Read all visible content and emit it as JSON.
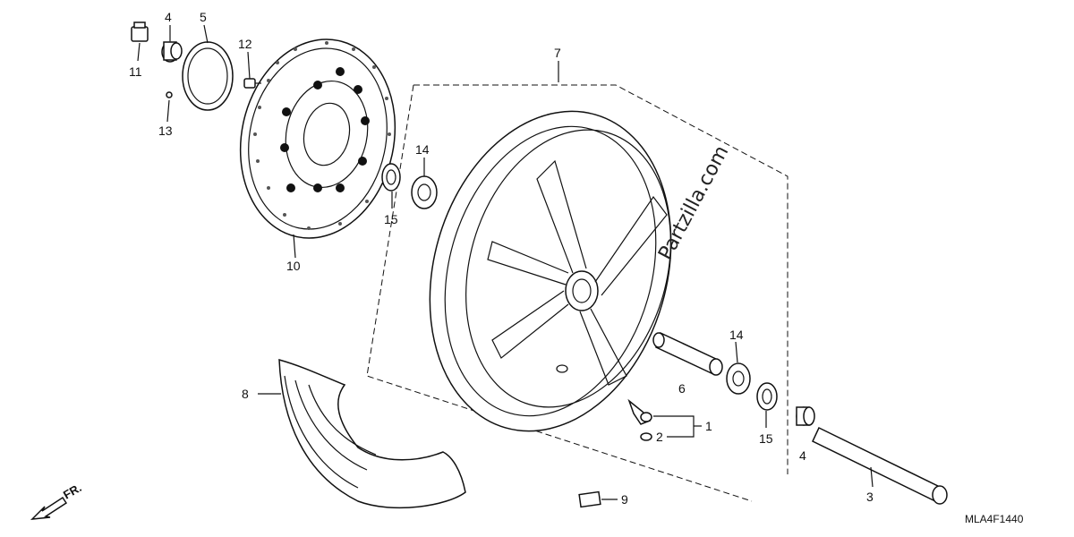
{
  "diagram": {
    "callouts": {
      "p1": "1",
      "p2": "2",
      "p3": "3",
      "p4_top": "4",
      "p4_right": "4",
      "p5": "5",
      "p6": "6",
      "p7": "7",
      "p8": "8",
      "p9": "9",
      "p10": "10",
      "p11": "11",
      "p12": "12",
      "p13": "13",
      "p14_left": "14",
      "p14_right": "14",
      "p15_left": "15",
      "p15_right": "15"
    },
    "watermark": "Partzilla.com",
    "direction_label": "FR.",
    "diagram_code": "MLA4F1440"
  }
}
